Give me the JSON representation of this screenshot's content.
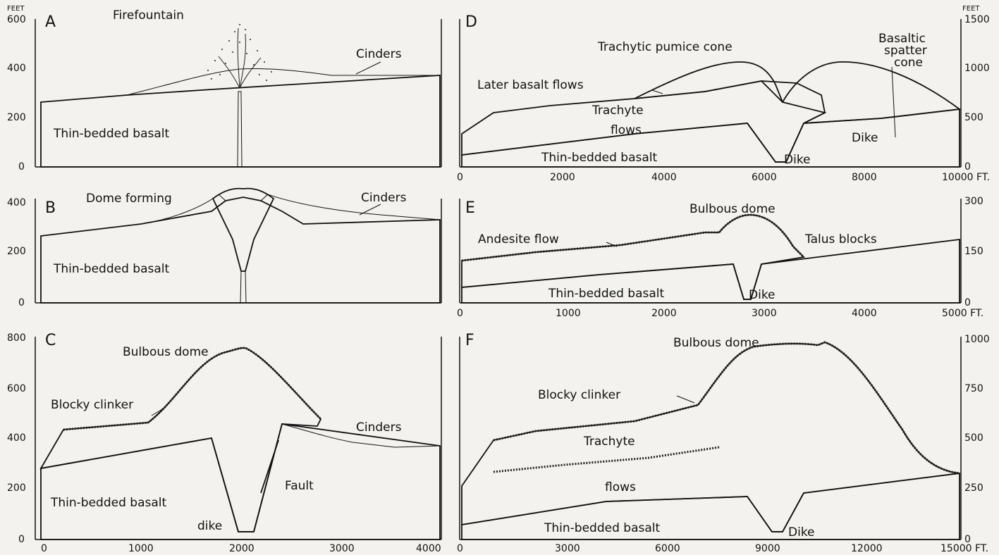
{
  "panels": {
    "A": {
      "letter": "A",
      "y_unit": "FEET",
      "y_ticks": [
        "600",
        "400",
        "200",
        "0"
      ],
      "labels": {
        "firefountain": "Firefountain",
        "cinders": "Cinders",
        "basalt": "Thin-bedded basalt"
      }
    },
    "B": {
      "letter": "B",
      "y_ticks": [
        "400",
        "200",
        "0"
      ],
      "labels": {
        "dome_forming": "Dome forming",
        "cinders": "Cinders",
        "basalt": "Thin-bedded basalt"
      }
    },
    "C": {
      "letter": "C",
      "y_ticks": [
        "800",
        "600",
        "400",
        "200",
        "0"
      ],
      "x_ticks": [
        "0",
        "1000",
        "2000",
        "3000",
        "4000"
      ],
      "labels": {
        "bulbous_dome": "Bulbous dome",
        "blocky_clinker": "Blocky clinker",
        "cinders": "Cinders",
        "fault": "Fault",
        "basalt": "Thin-bedded basalt",
        "dike": "dike"
      }
    },
    "D": {
      "letter": "D",
      "y_unit": "FEET",
      "y_ticks": [
        "1500",
        "1000",
        "500",
        "0"
      ],
      "x_ticks": [
        "0",
        "2000",
        "4000",
        "6000",
        "8000",
        "10000 FT."
      ],
      "labels": {
        "pumice_cone": "Trachytic pumice cone",
        "spatter_1": "Basaltic",
        "spatter_2": "spatter",
        "spatter_3": "cone",
        "later_basalt": "Later basalt flows",
        "trachyte": "Trachyte",
        "flows": "flows",
        "dike_upper": "Dike",
        "basalt": "Thin-bedded basalt",
        "dike": "Dike"
      }
    },
    "E": {
      "letter": "E",
      "y_ticks": [
        "300",
        "150",
        "0"
      ],
      "x_ticks": [
        "0",
        "1000",
        "2000",
        "3000",
        "4000",
        "5000 FT."
      ],
      "labels": {
        "bulbous_dome": "Bulbous dome",
        "andesite": "Andesite flow",
        "talus": "Talus blocks",
        "basalt": "Thin-bedded basalt",
        "dike": "Dike"
      }
    },
    "F": {
      "letter": "F",
      "y_ticks": [
        "1000",
        "750",
        "500",
        "250",
        "0"
      ],
      "x_ticks": [
        "0",
        "3000",
        "6000",
        "9000",
        "12000",
        "15000 FT."
      ],
      "labels": {
        "bulbous_dome": "Bulbous dome",
        "blocky_clinker": "Blocky clinker",
        "trachyte": "Trachyte",
        "flows": "flows",
        "basalt": "Thin-bedded basalt",
        "dike": "Dike"
      }
    }
  },
  "colors": {
    "ink": "#111111",
    "paper": "#f3f2ee",
    "basalt": "#2b2b2b"
  }
}
